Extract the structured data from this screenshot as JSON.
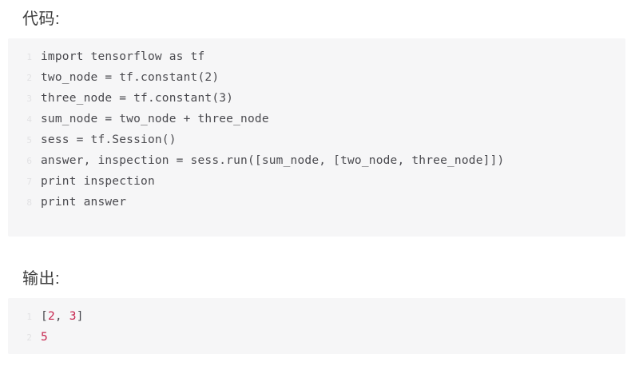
{
  "sections": {
    "code": {
      "heading": "代码:",
      "language": "python",
      "lines": [
        {
          "number": "1",
          "text": "import tensorflow as tf"
        },
        {
          "number": "2",
          "text": "two_node = tf.constant(2)"
        },
        {
          "number": "3",
          "text": "three_node = tf.constant(3)"
        },
        {
          "number": "4",
          "text": "sum_node = two_node + three_node"
        },
        {
          "number": "5",
          "text": "sess = tf.Session()"
        },
        {
          "number": "6",
          "text": "answer, inspection = sess.run([sum_node, [two_node, three_node]])"
        },
        {
          "number": "7",
          "text": "print inspection"
        },
        {
          "number": "8",
          "text": "print answer"
        }
      ]
    },
    "output": {
      "heading": "输出:",
      "lines": [
        {
          "number": "1",
          "text": "[2, 3]"
        },
        {
          "number": "2",
          "text": "5"
        }
      ]
    }
  },
  "colors": {
    "page_background": "#ffffff",
    "block_background": "#f6f6f7",
    "code_text": "#4a4a4f",
    "heading_text": "#3c3c3c",
    "line_number": "#e2e2e4",
    "number_literal": "#c7254e"
  }
}
